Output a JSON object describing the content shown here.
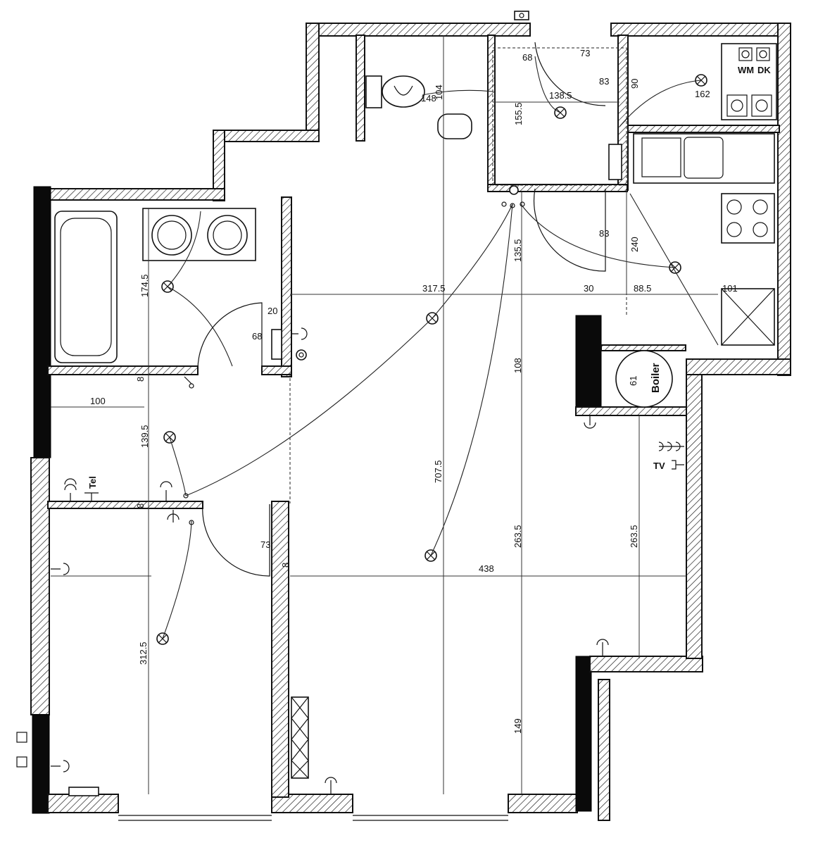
{
  "dimensions": {
    "d_68_top": "68",
    "d_73_top": "73",
    "d_104": "104",
    "d_148": "148",
    "d_138_5": "138.5",
    "d_83_top": "83",
    "d_90": "90",
    "d_162": "162",
    "d_155_5": "155.5",
    "d_174_5": "174.5",
    "d_20": "20",
    "d_68_bath": "68",
    "d_317_5": "317.5",
    "d_30": "30",
    "d_88_5": "88.5",
    "d_101": "101",
    "d_135_5": "135.5",
    "d_83_mid": "83",
    "d_240": "240",
    "d_100": "100",
    "d_139_5": "139.5",
    "d_8_a": "8",
    "d_8_b": "8",
    "d_8_c": "8",
    "d_108": "108",
    "d_61": "61",
    "d_707_5": "707.5",
    "d_263_5_a": "263.5",
    "d_263_5_b": "263.5",
    "d_73_mid": "73",
    "d_438": "438",
    "d_312_5": "312.5",
    "d_149": "149"
  },
  "labels": {
    "wm": "WM",
    "dk": "DK",
    "boiler": "Boiler",
    "tel": "Tel",
    "tv": "TV"
  },
  "colors": {
    "wall_solid": "#0a0a0a",
    "line": "#111111",
    "background": "#ffffff"
  }
}
